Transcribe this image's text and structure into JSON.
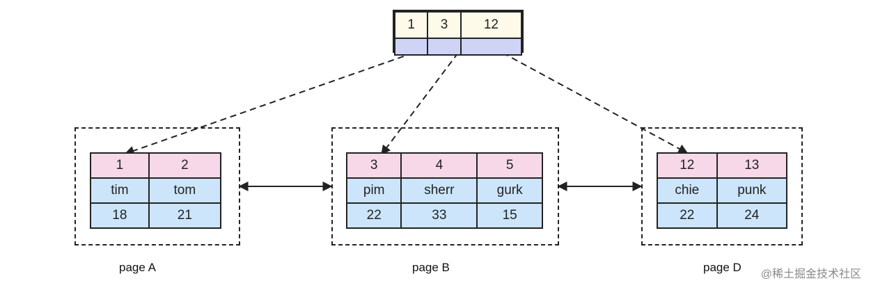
{
  "root": {
    "keys": [
      "1",
      "3",
      "12"
    ]
  },
  "pages": [
    {
      "label": "page A",
      "ids": [
        "1",
        "2"
      ],
      "names": [
        "tim",
        "tom"
      ],
      "ages": [
        "18",
        "21"
      ]
    },
    {
      "label": "page B",
      "ids": [
        "3",
        "4",
        "5"
      ],
      "names": [
        "pim",
        "sherr",
        "gurk"
      ],
      "ages": [
        "22",
        "33",
        "15"
      ]
    },
    {
      "label": "page D",
      "ids": [
        "12",
        "13"
      ],
      "names": [
        "chie",
        "punk"
      ],
      "ages": [
        "22",
        "24"
      ]
    }
  ],
  "watermark": "@稀土掘金技术社区"
}
